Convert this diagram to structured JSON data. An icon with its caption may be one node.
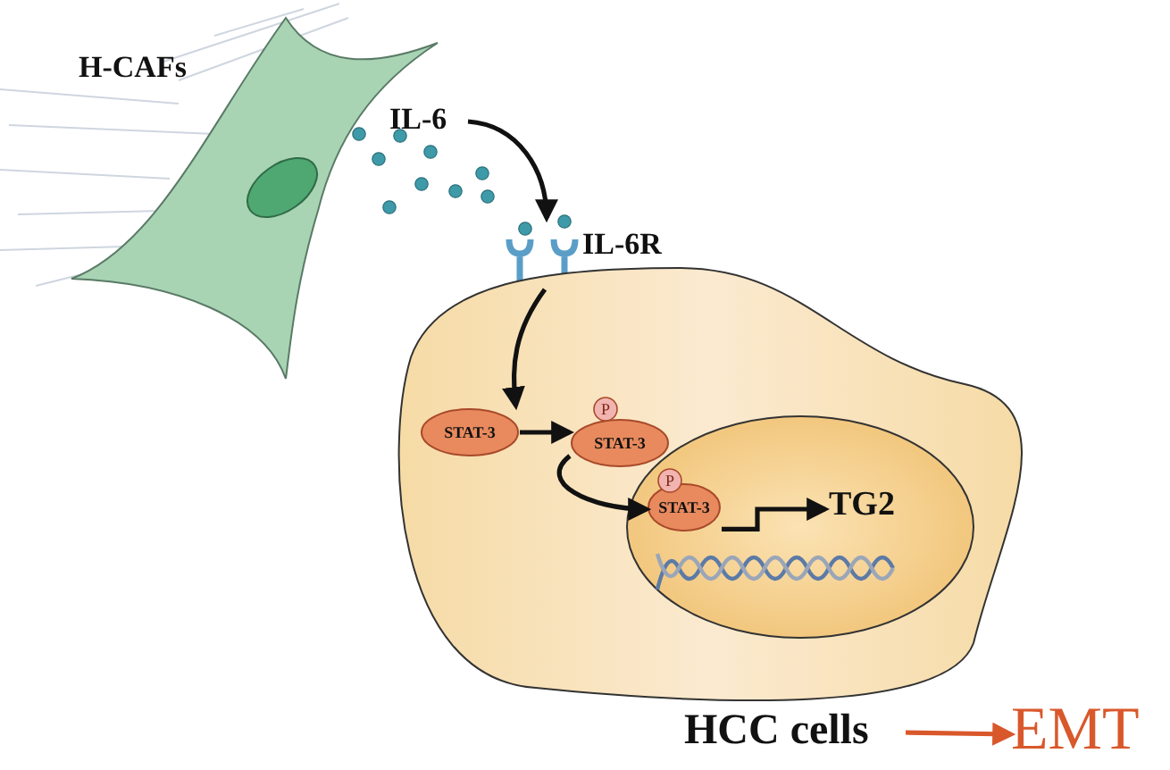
{
  "diagram": {
    "nodes": [
      {
        "text": [
          "H-CAFs"
        ]
      },
      {
        "text": [
          "IL-6"
        ]
      },
      {
        "text": [
          "IL-6R"
        ]
      },
      {
        "text": [],
        "shape": "cell"
      },
      {
        "text": [
          "STAT-3"
        ],
        "in": 3
      },
      {
        "text": [
          "P",
          "STAT-3"
        ],
        "in": 3
      },
      {
        "text": [],
        "shape": "ellipse",
        "in": 3
      },
      {
        "text": [
          "P",
          "STAT-3"
        ],
        "in": 6
      },
      {
        "text": [
          "TG2"
        ],
        "in": 6
      },
      {
        "text": [
          "HCC cells"
        ]
      },
      {
        "text": [
          "EMT"
        ]
      }
    ],
    "edges": [
      {
        "from": 1,
        "to": 2,
        "arrow": "to"
      },
      {
        "from": 2,
        "to": 4,
        "arrow": "to"
      },
      {
        "from": 4,
        "to": 5,
        "arrow": "to"
      },
      {
        "from": 5,
        "to": 7,
        "arrow": "to"
      },
      {
        "from": 7,
        "to": 8,
        "arrow": "to"
      },
      {
        "from": 9,
        "to": 10,
        "arrow": "to",
        "color": "#d9582b"
      }
    ]
  }
}
